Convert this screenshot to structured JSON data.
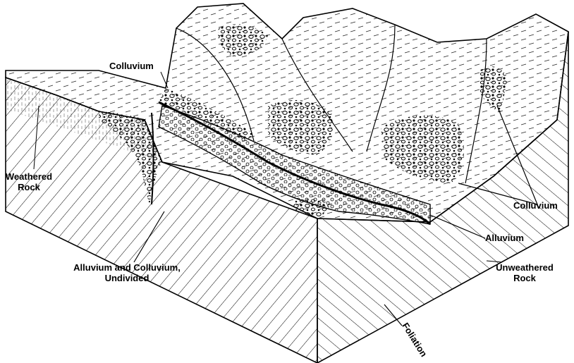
{
  "labels": {
    "colluvium_top": "Colluvium",
    "weathered_rock_1": "Weathered",
    "weathered_rock_2": "Rock",
    "alluvium_colluvium_1": "Alluvium and Colluvium,",
    "alluvium_colluvium_2": "Undivided",
    "colluvium_right": "Colluvium",
    "alluvium": "Alluvium",
    "unweathered_rock_1": "Unweathered",
    "unweathered_rock_2": "Rock",
    "foliation": "Foliation"
  }
}
